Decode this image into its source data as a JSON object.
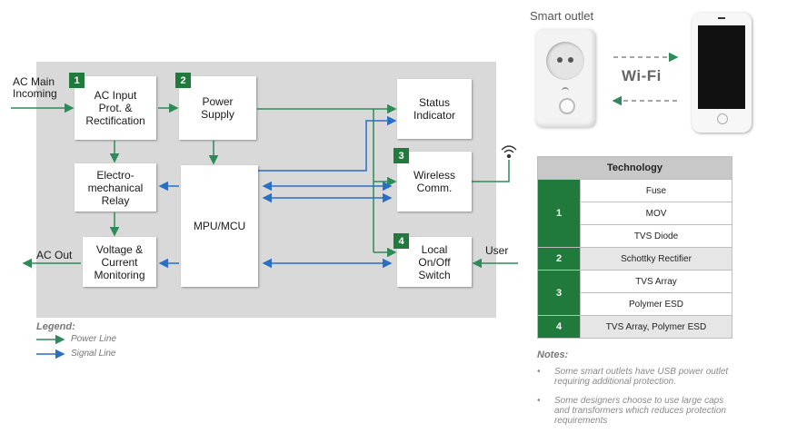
{
  "colors": {
    "power_line": "#2e8b57",
    "signal_line": "#2b6fc4",
    "number_badge": "#1f7a3c"
  },
  "labels": {
    "ac_main_incoming": "AC Main\nIncoming",
    "ac_out": "AC Out",
    "user": "User"
  },
  "blocks": {
    "ac_input": {
      "number": "1",
      "text": "AC Input\nProt. &\nRectification"
    },
    "power_supply": {
      "number": "2",
      "text": "Power\nSupply"
    },
    "status_indicator": {
      "text": "Status\nIndicator"
    },
    "relay": {
      "text": "Electro-\nmechanical\nRelay"
    },
    "mcu": {
      "text": "MPU/MCU"
    },
    "wireless": {
      "number": "3",
      "text": "Wireless\nComm."
    },
    "voltage_current": {
      "text": "Voltage &\nCurrent\nMonitoring"
    },
    "local_switch": {
      "number": "4",
      "text": "Local\nOn/Off\nSwitch"
    }
  },
  "legend": {
    "title": "Legend:",
    "power_line": "Power Line",
    "signal_line": "Signal Line"
  },
  "smart_outlet": {
    "title": "Smart outlet",
    "wifi": "Wi-Fi"
  },
  "technology_table": {
    "header": "Technology",
    "groups": [
      {
        "number": "1",
        "items": [
          "Fuse",
          "MOV",
          "TVS Diode"
        ]
      },
      {
        "number": "2",
        "items": [
          "Schottky Rectifier"
        ]
      },
      {
        "number": "3",
        "items": [
          "TVS Array",
          "Polymer ESD"
        ]
      },
      {
        "number": "4",
        "items": [
          "TVS Array, Polymer ESD"
        ]
      }
    ]
  },
  "notes": {
    "title": "Notes:",
    "bullet": "•",
    "items": [
      "Some smart outlets have USB power outlet\nrequiring additional protection.",
      "Some designers choose to use large caps\nand transformers which reduces protection\nrequirements"
    ]
  }
}
